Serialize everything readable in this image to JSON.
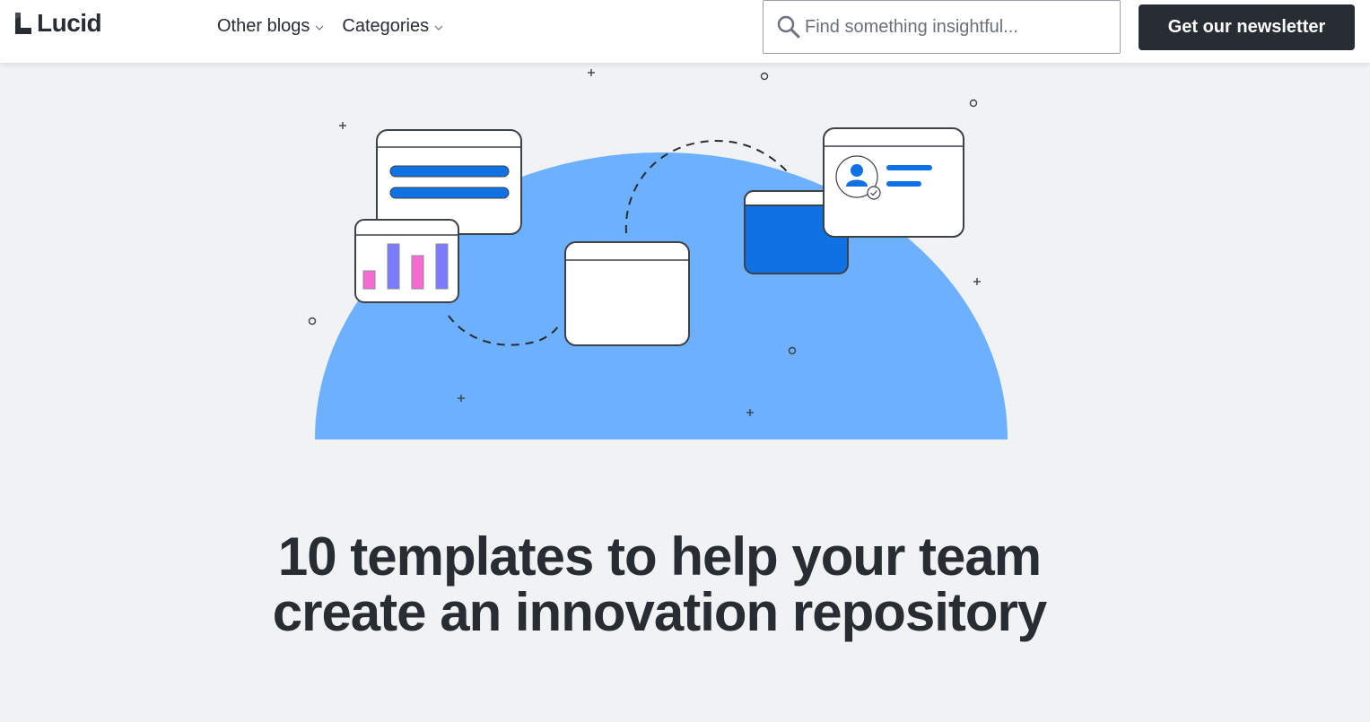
{
  "header": {
    "logo_text": "Lucid",
    "nav": [
      {
        "label": "Other blogs",
        "icon": "chevron-down-icon"
      },
      {
        "label": "Categories",
        "icon": "chevron-down-icon"
      }
    ],
    "search": {
      "placeholder": "Find something insightful...",
      "value": "",
      "icon": "search-icon"
    },
    "newsletter_button": "Get our newsletter"
  },
  "hero": {
    "colors": {
      "background": "#f1f2f4",
      "semicircle": "#6cb0ff",
      "accent_blue": "#1071e5",
      "bar_pink": "#f76bd1",
      "bar_purple": "#7b7bff",
      "outline": "#3d4148"
    }
  },
  "article": {
    "title": "10 templates to help your team create an innovation repository"
  }
}
